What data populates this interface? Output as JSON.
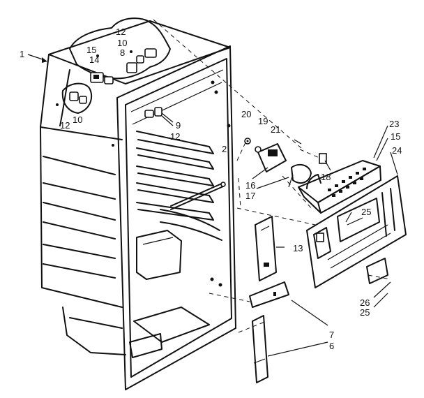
{
  "colors": {
    "ink": "#111111",
    "background": "#ffffff"
  },
  "callouts": {
    "c1": "1",
    "c2": "2",
    "c6": "6",
    "c7": "7",
    "c8": "8",
    "c9": "9",
    "c10a": "10",
    "c10b": "10",
    "c12a": "12",
    "c12b": "12",
    "c12c": "12",
    "c13": "13",
    "c14": "14",
    "c15a": "15",
    "c15b": "15",
    "c16": "16",
    "c17": "17",
    "c18": "18",
    "c19": "19",
    "c20": "20",
    "c21": "21",
    "c23": "23",
    "c24": "24",
    "c25a": "25",
    "c25b": "25",
    "c26": "26"
  }
}
